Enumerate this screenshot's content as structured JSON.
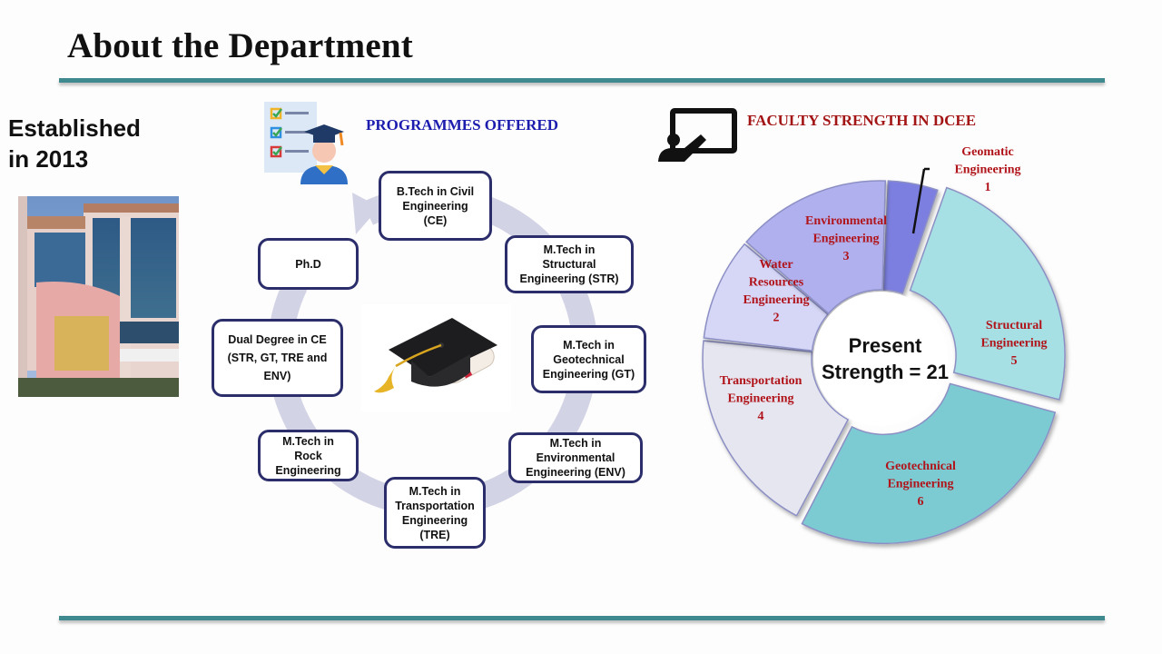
{
  "slide": {
    "title": "About the Department",
    "established_line1": "Established",
    "established_line2": "in 2013",
    "building_photo_alt": "Department building photo"
  },
  "programmes": {
    "heading": "PROGRAMMES OFFERED",
    "icon": "graduate-checklist-icon",
    "center_icon": "graduation-cap-diploma-icon",
    "items": [
      {
        "lines": [
          "B.Tech in Civil",
          "Engineering",
          "(CE)"
        ]
      },
      {
        "lines": [
          "M.Tech in",
          "Structural",
          "Engineering (STR)"
        ]
      },
      {
        "lines": [
          "M.Tech in",
          "Geotechnical",
          "Engineering (GT)"
        ]
      },
      {
        "lines": [
          "M.Tech in",
          "Environmental",
          "Engineering (ENV)"
        ]
      },
      {
        "lines": [
          "M.Tech in",
          "Transportation",
          "Engineering",
          "(TRE)"
        ]
      },
      {
        "lines": [
          "M.Tech in",
          "Rock",
          "Engineering"
        ]
      },
      {
        "lines": [
          "Dual Degree in CE",
          "(STR, GT, TRE and",
          "ENV)"
        ]
      },
      {
        "lines": [
          "Ph.D"
        ]
      }
    ]
  },
  "faculty": {
    "heading": "FACULTY STRENGTH IN DCEE",
    "icon": "teacher-board-icon",
    "center_line1": "Present",
    "center_line2": "Strength = 21"
  },
  "chart_data": {
    "type": "pie",
    "subtype": "donut",
    "title": "FACULTY STRENGTH IN DCEE",
    "center_label": "Present Strength = 21",
    "total": 21,
    "categories": [
      "Geomatic Engineering",
      "Structural Engineering",
      "Geotechnical Engineering",
      "Transportation Engineering",
      "Water Resources Engineering",
      "Environmental Engineering"
    ],
    "values": [
      1,
      5,
      6,
      4,
      2,
      3
    ],
    "colors": [
      "#7b7fe0",
      "#a6e0e4",
      "#7ccbd3",
      "#e6e6f0",
      "#d6d6f7",
      "#b0b0ee"
    ],
    "label_color": "#b0141a",
    "labels": [
      {
        "lines": [
          "Geomatic",
          "Engineering",
          "1"
        ]
      },
      {
        "lines": [
          "Structural",
          "Engineering",
          "5"
        ]
      },
      {
        "lines": [
          "Geotechnical",
          "Engineering",
          "6"
        ]
      },
      {
        "lines": [
          "Transportation",
          "Engineering",
          "4"
        ]
      },
      {
        "lines": [
          "Water",
          "Resources",
          "Engineering",
          "2"
        ]
      },
      {
        "lines": [
          "Environmental",
          "Engineering",
          "3"
        ]
      }
    ]
  },
  "colors": {
    "rule": "#3f8a8e",
    "programmes_heading": "#1c1cae",
    "faculty_heading": "#a31515",
    "box_border": "#2b2e6b",
    "cycle_arrow": "#d3d3e6"
  }
}
